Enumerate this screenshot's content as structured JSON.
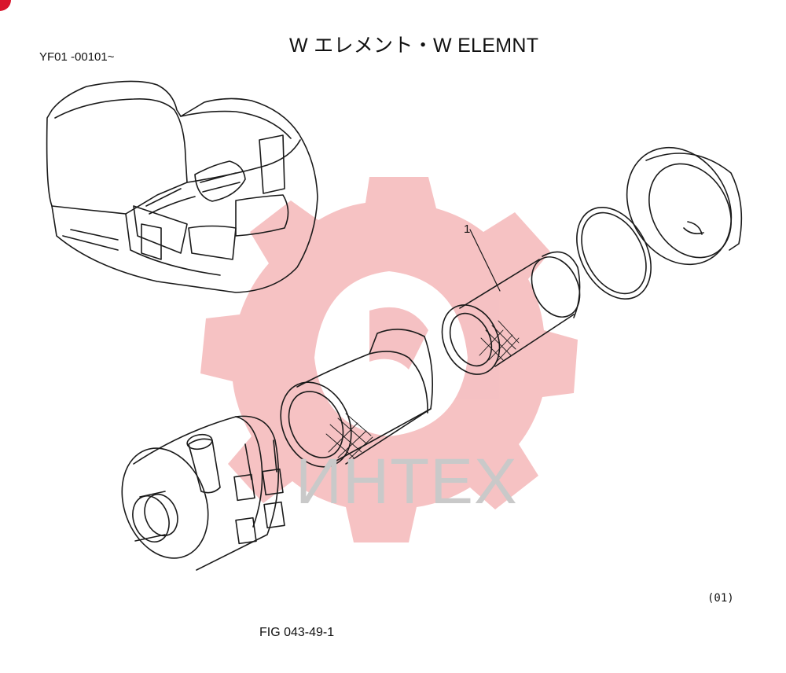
{
  "header": {
    "title": "W エレメント・W ELEMNT",
    "serial_range": "YF01 -00101~"
  },
  "callouts": [
    {
      "number": "1"
    }
  ],
  "footer": {
    "page_code": "(01)",
    "figure_label": "FIG 043-49-1"
  },
  "watermark": {
    "text": "ИНТЕХ",
    "gear_color": "#f4b7b9"
  },
  "colors": {
    "line": "#1a1a1a",
    "corner_mark": "#d9142b"
  }
}
